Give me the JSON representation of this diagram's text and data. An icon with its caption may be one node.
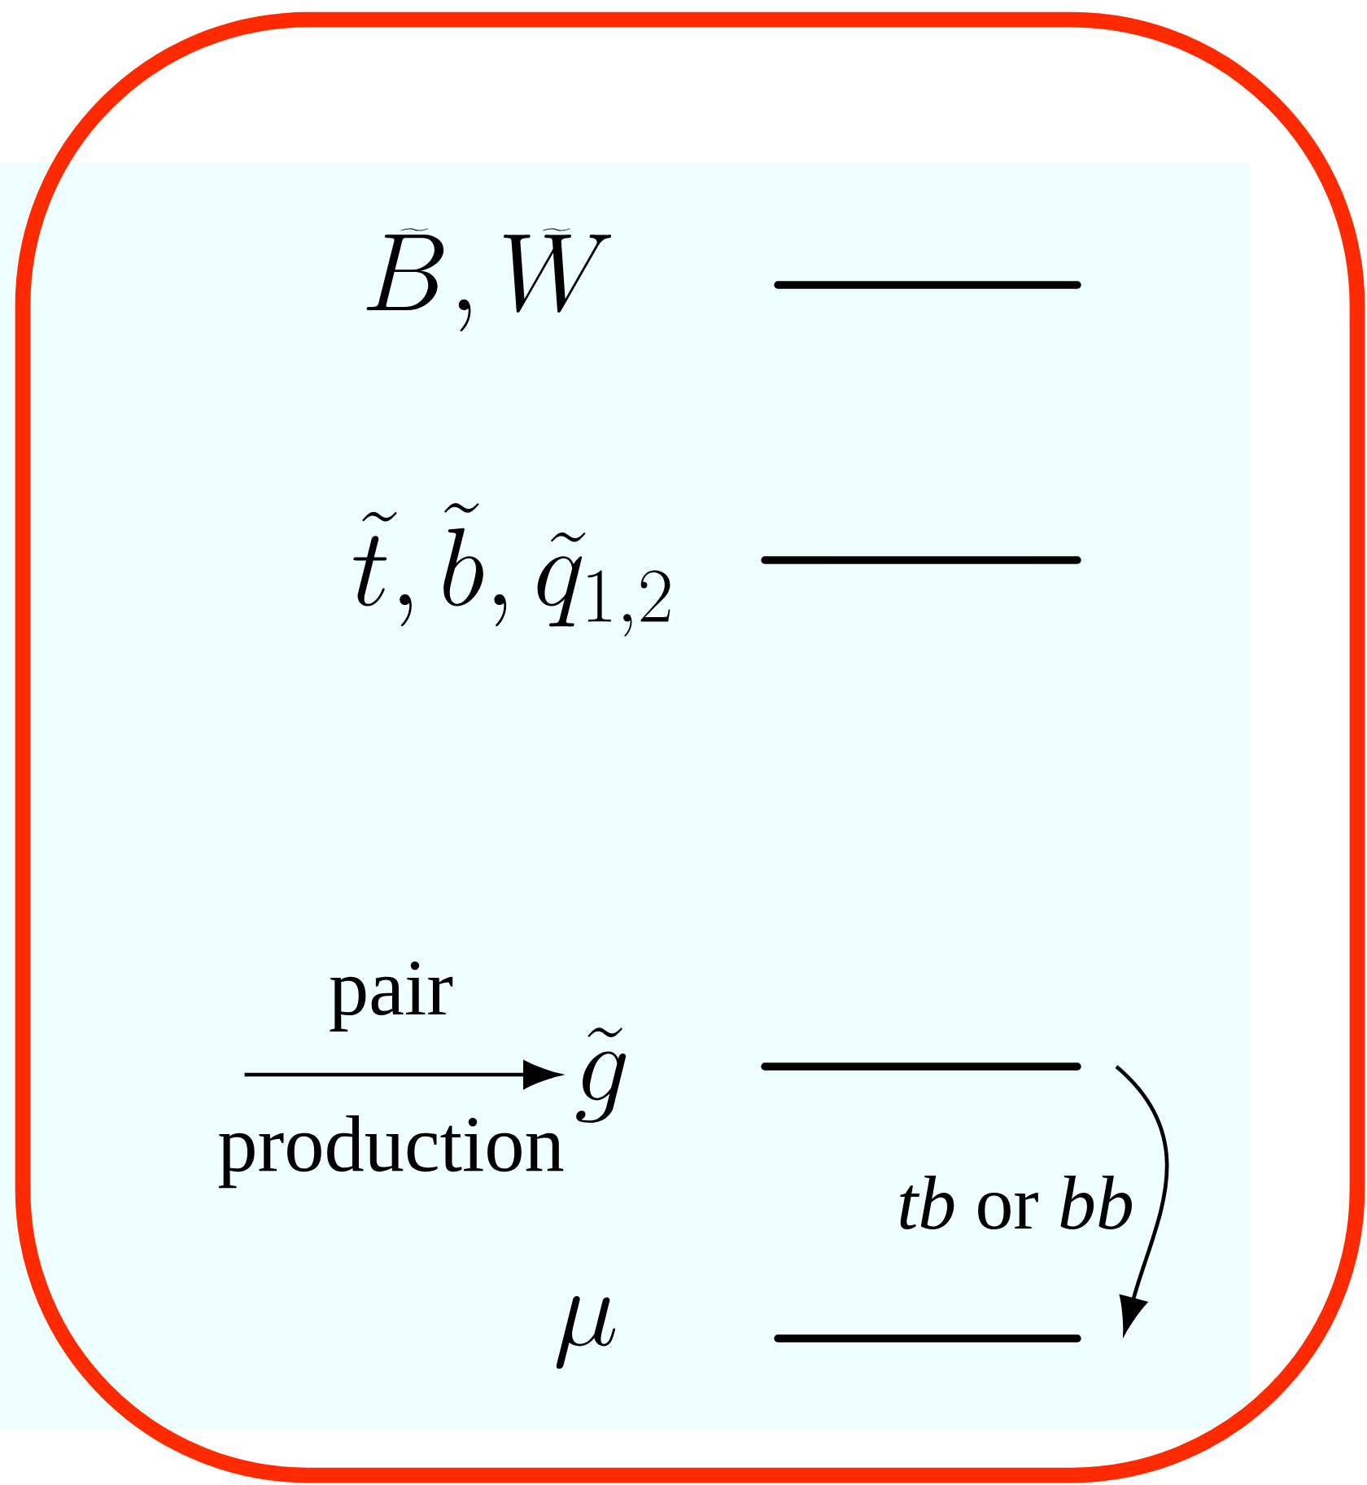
{
  "diagram": {
    "nodes": [
      {
        "text": [
          "\\widetilde{B}, \\widetilde{W}"
        ]
      },
      {
        "text": [
          "\\tilde{t}, \\tilde{b}, \\tilde{q}_{1,2}"
        ]
      },
      {
        "text": [
          "\\tilde{g}"
        ]
      },
      {
        "text": [
          "\\mu"
        ]
      }
    ],
    "edges": [
      {
        "from": null,
        "to": 2,
        "arrow": "to",
        "label": "pair production"
      },
      {
        "from": 2,
        "to": 3,
        "arrow": "to",
        "label": "*tb* or *bb*"
      }
    ]
  }
}
